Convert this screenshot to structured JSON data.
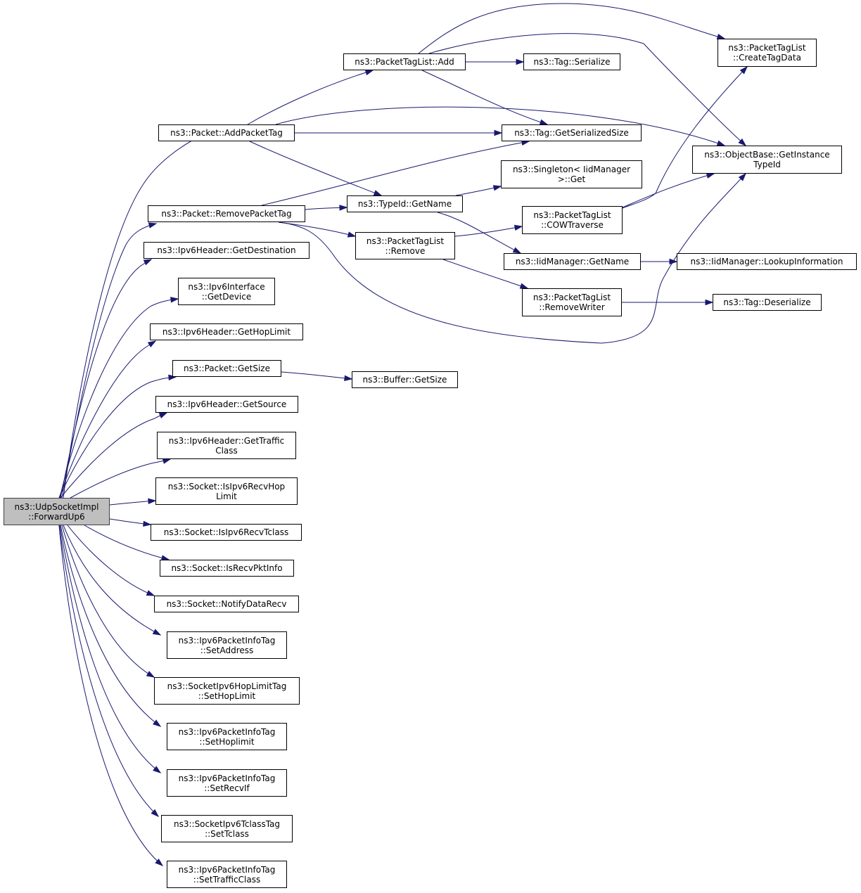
{
  "colors": {
    "edge": "#191970",
    "node_border": "#000000",
    "root_fill": "#bfbfbf"
  },
  "nodes": {
    "root": "ns3::UdpSocketImpl\n::ForwardUp6",
    "add_packet_tag": "ns3::Packet::AddPacketTag",
    "remove_packet_tag": "ns3::Packet::RemovePacketTag",
    "get_destination": "ns3::Ipv6Header::GetDestination",
    "get_device": "ns3::Ipv6Interface\n::GetDevice",
    "get_hop_limit": "ns3::Ipv6Header::GetHopLimit",
    "packet_get_size": "ns3::Packet::GetSize",
    "get_source": "ns3::Ipv6Header::GetSource",
    "get_traffic_class": "ns3::Ipv6Header::GetTraffic\nClass",
    "is_recv_hop_limit": "ns3::Socket::IsIpv6RecvHop\nLimit",
    "is_recv_tclass": "ns3::Socket::IsIpv6RecvTclass",
    "is_recv_pkt_info": "ns3::Socket::IsRecvPktInfo",
    "notify_data_recv": "ns3::Socket::NotifyDataRecv",
    "set_address": "ns3::Ipv6PacketInfoTag\n::SetAddress",
    "set_hop_limit": "ns3::SocketIpv6HopLimitTag\n::SetHopLimit",
    "set_hoplimit": "ns3::Ipv6PacketInfoTag\n::SetHoplimit",
    "set_recv_if": "ns3::Ipv6PacketInfoTag\n::SetRecvIf",
    "set_tclass": "ns3::SocketIpv6TclassTag\n::SetTclass",
    "set_traffic_class": "ns3::Ipv6PacketInfoTag\n::SetTrafficClass",
    "ptl_add": "ns3::PacketTagList::Add",
    "tag_serialize": "ns3::Tag::Serialize",
    "tag_get_serialized_size": "ns3::Tag::GetSerializedSize",
    "create_tag_data": "ns3::PacketTagList\n::CreateTagData",
    "get_instance_type_id": "ns3::ObjectBase::GetInstance\nTypeId",
    "singleton_get": "ns3::Singleton< IidManager\n>::Get",
    "typeid_get_name": "ns3::TypeId::GetName",
    "ptl_remove": "ns3::PacketTagList\n::Remove",
    "cow_traverse": "ns3::PacketTagList\n::COWTraverse",
    "iid_get_name": "ns3::IidManager::GetName",
    "lookup_information": "ns3::IidManager::LookupInformation",
    "remove_writer": "ns3::PacketTagList\n::RemoveWriter",
    "tag_deserialize": "ns3::Tag::Deserialize",
    "buffer_get_size": "ns3::Buffer::GetSize"
  },
  "edges": [
    [
      "root",
      "add_packet_tag"
    ],
    [
      "root",
      "remove_packet_tag"
    ],
    [
      "root",
      "get_destination"
    ],
    [
      "root",
      "get_device"
    ],
    [
      "root",
      "get_hop_limit"
    ],
    [
      "root",
      "packet_get_size"
    ],
    [
      "root",
      "get_source"
    ],
    [
      "root",
      "get_traffic_class"
    ],
    [
      "root",
      "is_recv_hop_limit"
    ],
    [
      "root",
      "is_recv_tclass"
    ],
    [
      "root",
      "is_recv_pkt_info"
    ],
    [
      "root",
      "notify_data_recv"
    ],
    [
      "root",
      "set_address"
    ],
    [
      "root",
      "set_hop_limit"
    ],
    [
      "root",
      "set_hoplimit"
    ],
    [
      "root",
      "set_recv_if"
    ],
    [
      "root",
      "set_tclass"
    ],
    [
      "root",
      "set_traffic_class"
    ],
    [
      "add_packet_tag",
      "ptl_add"
    ],
    [
      "add_packet_tag",
      "tag_get_serialized_size"
    ],
    [
      "add_packet_tag",
      "get_instance_type_id"
    ],
    [
      "add_packet_tag",
      "typeid_get_name"
    ],
    [
      "ptl_add",
      "tag_serialize"
    ],
    [
      "ptl_add",
      "create_tag_data"
    ],
    [
      "ptl_add",
      "get_instance_type_id"
    ],
    [
      "ptl_add",
      "tag_get_serialized_size"
    ],
    [
      "remove_packet_tag",
      "tag_get_serialized_size"
    ],
    [
      "remove_packet_tag",
      "typeid_get_name"
    ],
    [
      "remove_packet_tag",
      "ptl_remove"
    ],
    [
      "remove_packet_tag",
      "get_instance_type_id"
    ],
    [
      "typeid_get_name",
      "singleton_get"
    ],
    [
      "typeid_get_name",
      "iid_get_name"
    ],
    [
      "ptl_remove",
      "cow_traverse"
    ],
    [
      "ptl_remove",
      "remove_writer"
    ],
    [
      "cow_traverse",
      "get_instance_type_id"
    ],
    [
      "cow_traverse",
      "create_tag_data"
    ],
    [
      "iid_get_name",
      "lookup_information"
    ],
    [
      "remove_writer",
      "tag_deserialize"
    ],
    [
      "packet_get_size",
      "buffer_get_size"
    ]
  ]
}
